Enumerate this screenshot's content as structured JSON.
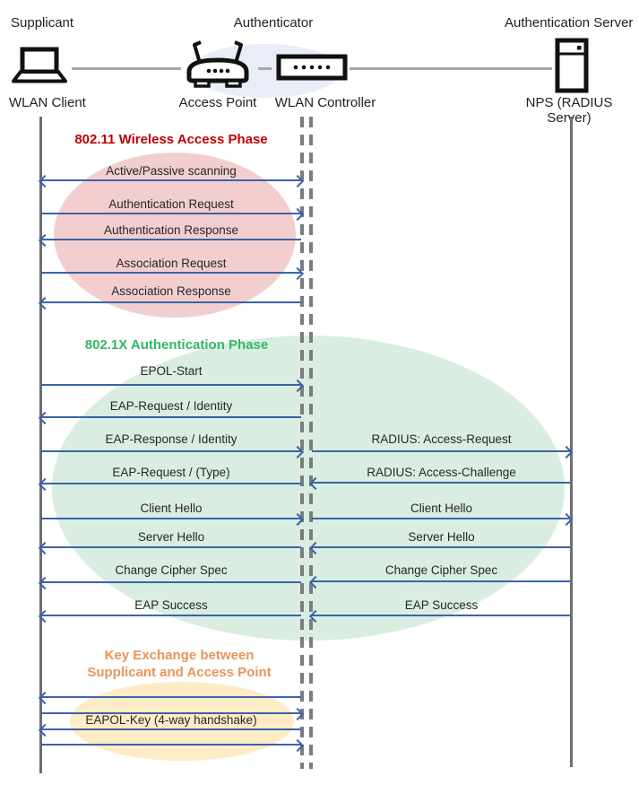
{
  "header": {
    "roles": [
      "Supplicant",
      "Authenticator",
      "Authentication Server"
    ],
    "devices": [
      "WLAN Client",
      "Access Point",
      "WLAN Controller",
      "NPS (RADIUS Server)"
    ]
  },
  "phases": [
    {
      "title": "802.11 Wireless Access Phase"
    },
    {
      "title": "802.1X Authentication Phase"
    },
    {
      "title_line1": "Key Exchange between",
      "title_line2": "Supplicant and Access Point"
    }
  ],
  "messages": {
    "phase1": [
      {
        "label": "Active/Passive scanning",
        "direction": "both"
      },
      {
        "label": "Authentication Request",
        "direction": "right"
      },
      {
        "label": "Authentication Response",
        "direction": "left"
      },
      {
        "label": "Association Request",
        "direction": "right"
      },
      {
        "label": "Association Response",
        "direction": "left"
      }
    ],
    "phase2_client": [
      {
        "label": "EPOL-Start",
        "direction": "right"
      },
      {
        "label": "EAP-Request / Identity",
        "direction": "left"
      },
      {
        "label": "EAP-Response / Identity",
        "direction": "right"
      },
      {
        "label": "EAP-Request / (Type)",
        "direction": "left"
      },
      {
        "label": "Client Hello",
        "direction": "right"
      },
      {
        "label": "Server Hello",
        "direction": "left"
      },
      {
        "label": "Change Cipher Spec",
        "direction": "left"
      },
      {
        "label": "EAP Success",
        "direction": "left"
      }
    ],
    "phase2_server": [
      {
        "label": "RADIUS: Access-Request",
        "direction": "right"
      },
      {
        "label": "RADIUS: Access-Challenge",
        "direction": "left"
      },
      {
        "label": "Client Hello",
        "direction": "right"
      },
      {
        "label": "Server Hello",
        "direction": "left"
      },
      {
        "label": "Change Cipher Spec",
        "direction": "left"
      },
      {
        "label": "EAP Success",
        "direction": "left"
      }
    ],
    "phase3": {
      "label": "EAPOL-Key (4-way handshake)",
      "arrows": [
        "left",
        "right",
        "left",
        "right"
      ]
    }
  },
  "colors": {
    "arrow": "#3C63A8",
    "lifeline": "#6E6E6E",
    "connector": "#A6A6A6",
    "phase1_fill": "#F2CFCE",
    "phase2_fill": "#D9EEE0",
    "phase3_fill": "#FDECC6",
    "authenticator_fill": "#E9EDF8",
    "phase1_title": "#C00000",
    "phase2_title": "#33B565",
    "phase3_title": "#E8945A",
    "text": "#262626"
  }
}
